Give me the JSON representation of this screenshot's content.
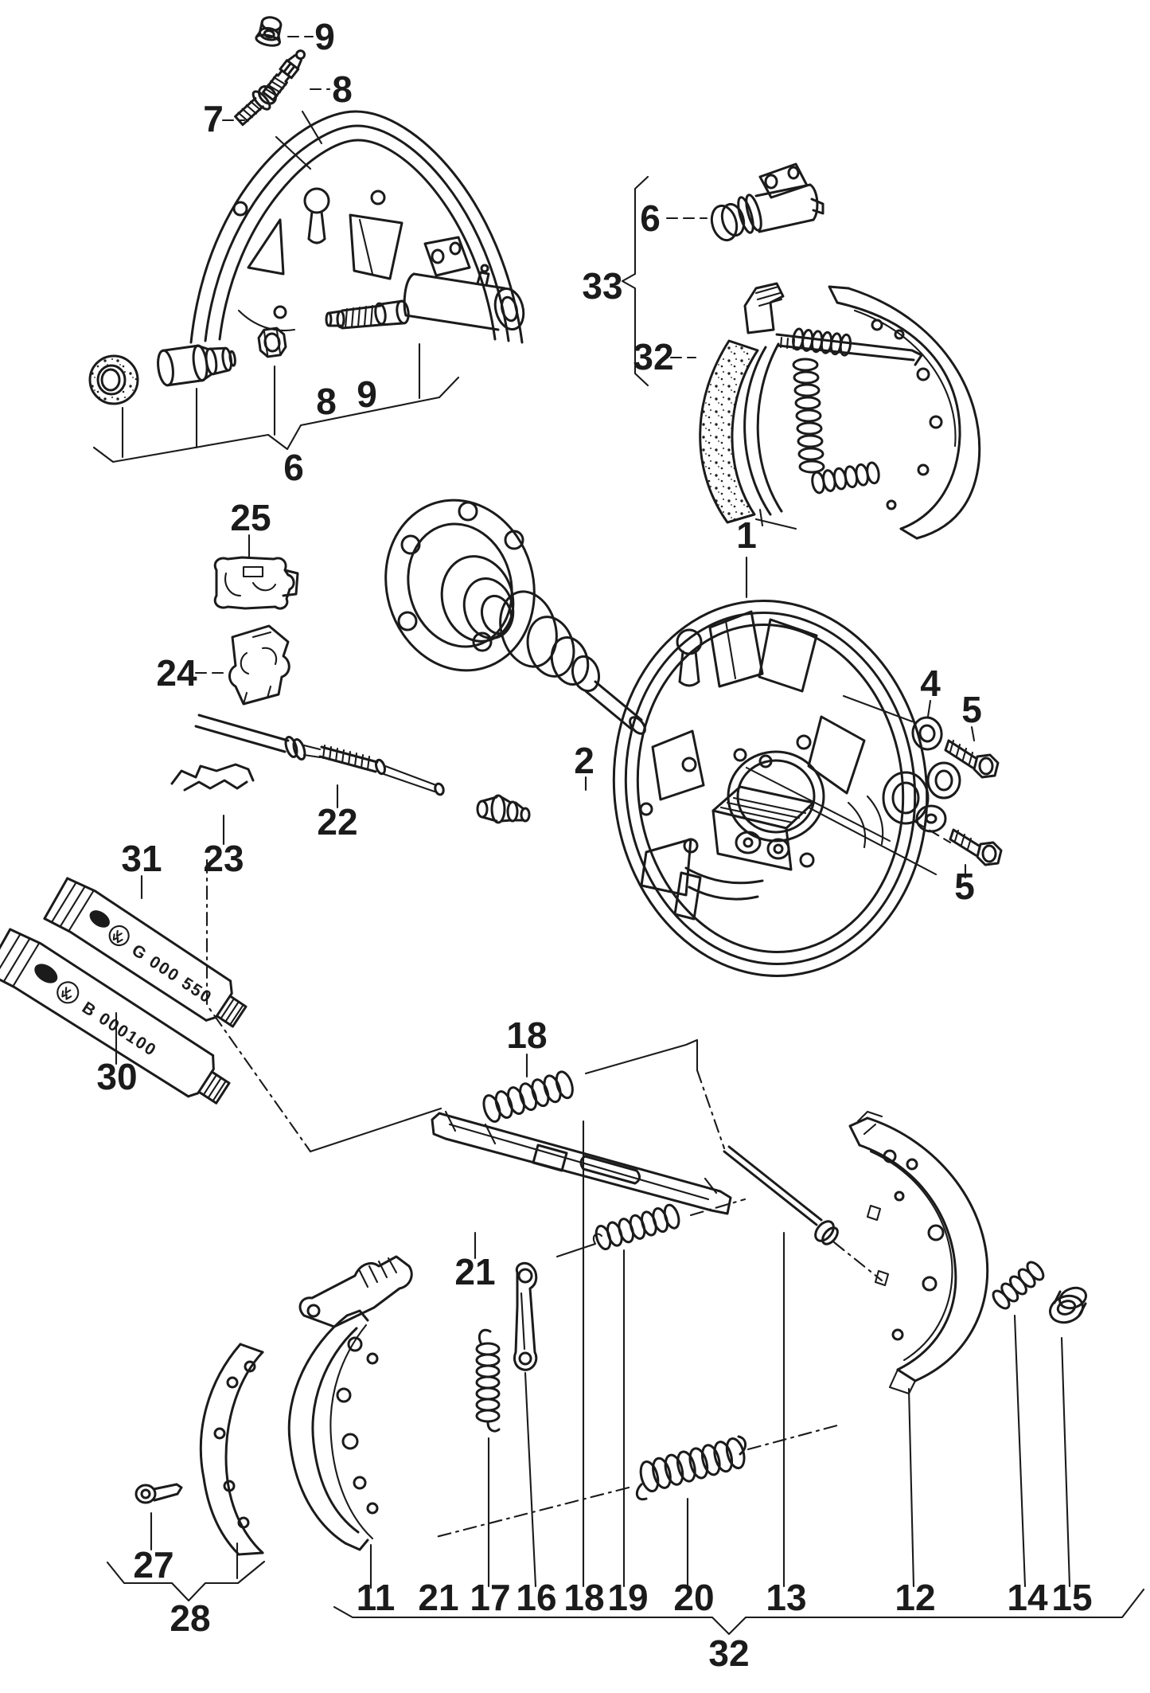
{
  "figure": {
    "kind": "exploded-parts-diagram",
    "subject": "rear drum brake with backing plate, wheel cylinder, brake shoes and parking brake cable"
  },
  "colors": {
    "ink": "#1b1b1b",
    "paper": "#ffffff"
  },
  "tube_codes": {
    "tube_31": "G 000 550",
    "tube_30": "B 000100"
  },
  "callouts": {
    "c9_top": "9",
    "c8_top": "8",
    "c7": "7",
    "c8_mid": "8",
    "c9_mid": "9",
    "c6_left": "6",
    "c6_right": "6",
    "c33": "33",
    "c32_right": "32",
    "c25": "25",
    "c24": "24",
    "c1": "1",
    "c2": "2",
    "c4": "4",
    "c5_upper": "5",
    "c5_lower": "5",
    "c22": "22",
    "c23": "23",
    "c31": "31",
    "c30": "30",
    "c18_top": "18",
    "c21_top": "21",
    "c27": "27",
    "c28": "28",
    "c11": "11",
    "c21_bot": "21",
    "c17": "17",
    "c16": "16",
    "c18_bot": "18",
    "c19": "19",
    "c20": "20",
    "c13": "13",
    "c12": "12",
    "c14": "14",
    "c15": "15",
    "c32_bottom": "32"
  }
}
